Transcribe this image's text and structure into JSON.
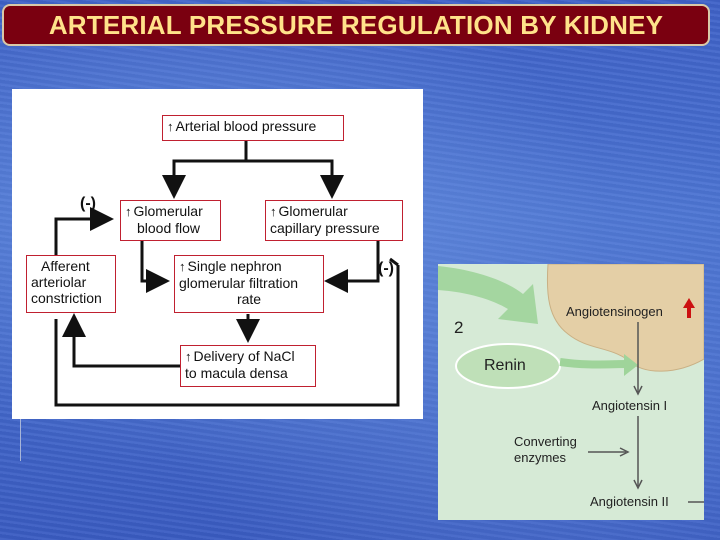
{
  "title": "ARTERIAL PRESSURE REGULATION BY KIDNEY",
  "left_diagram": {
    "up_arrow": "↑",
    "arterial_pressure": "Arterial blood pressure",
    "glomerular_blood_flow_1": "Glomerular",
    "glomerular_blood_flow_2": "blood flow",
    "glomerular_capillary_1": "Glomerular",
    "glomerular_capillary_2": "capillary pressure",
    "afferent_1": "Afferent",
    "afferent_2": "arteriolar",
    "afferent_3": "constriction",
    "sngfr_1": "Single nephron",
    "sngfr_2": "glomerular filtration",
    "sngfr_3": "rate",
    "delivery_1": "Delivery of NaCl",
    "delivery_2": "to macula densa",
    "neg_sign_left": "(-)",
    "neg_sign_right": "(-)"
  },
  "right_diagram": {
    "step_number": "2",
    "angiotensinogen": "Angiotensinogen",
    "renin": "Renin",
    "angiotensin_1": "Angiotensin I",
    "converting_1": "Converting",
    "converting_2": "enzymes",
    "angiotensin_2": "Angiotensin II"
  },
  "colors": {
    "title_bg": "#7a0010",
    "title_text": "#ffe28a",
    "box_border": "#c02030",
    "renin_fill": "#bfe0b8"
  }
}
